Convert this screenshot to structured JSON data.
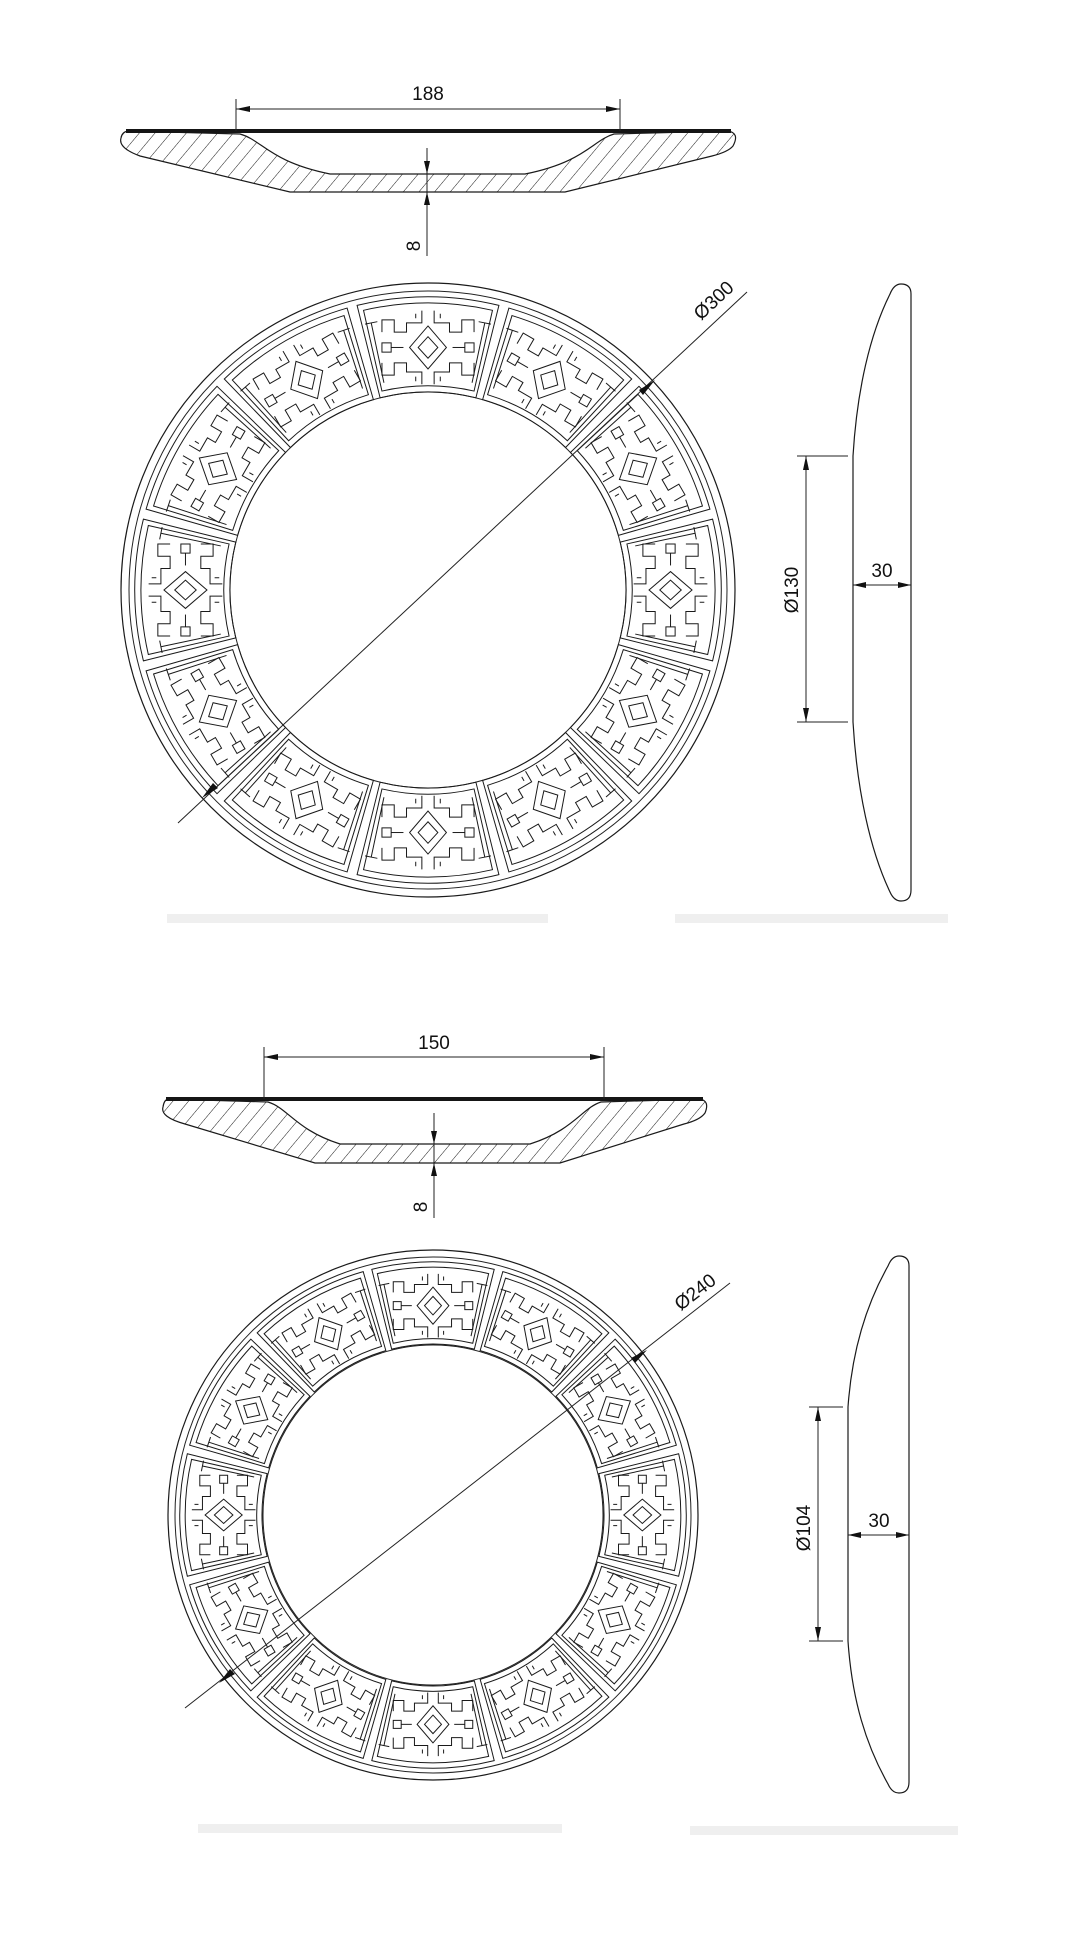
{
  "drawing": {
    "type": "technical drawing of decorative round plates (two sizes)",
    "units": "mm"
  },
  "plate_large": {
    "section": {
      "top_width_label": "188",
      "bottom_thickness_label": "8"
    },
    "front_view": {
      "outer_diameter_label": "Ø300"
    },
    "side_view": {
      "inner_diameter_label": "Ø130",
      "depth_label": "30"
    }
  },
  "plate_small": {
    "section": {
      "top_width_label": "150",
      "bottom_thickness_label": "8"
    },
    "front_view": {
      "outer_diameter_label": "Ø240"
    },
    "side_view": {
      "inner_diameter_label": "Ø104",
      "depth_label": "30"
    }
  },
  "pattern": {
    "segments_per_ring": 12,
    "description": "ornamental lattice band"
  },
  "colors": {
    "line": "#1a1a1a",
    "background": "#ffffff",
    "placeholder_bar": "#efefef"
  }
}
